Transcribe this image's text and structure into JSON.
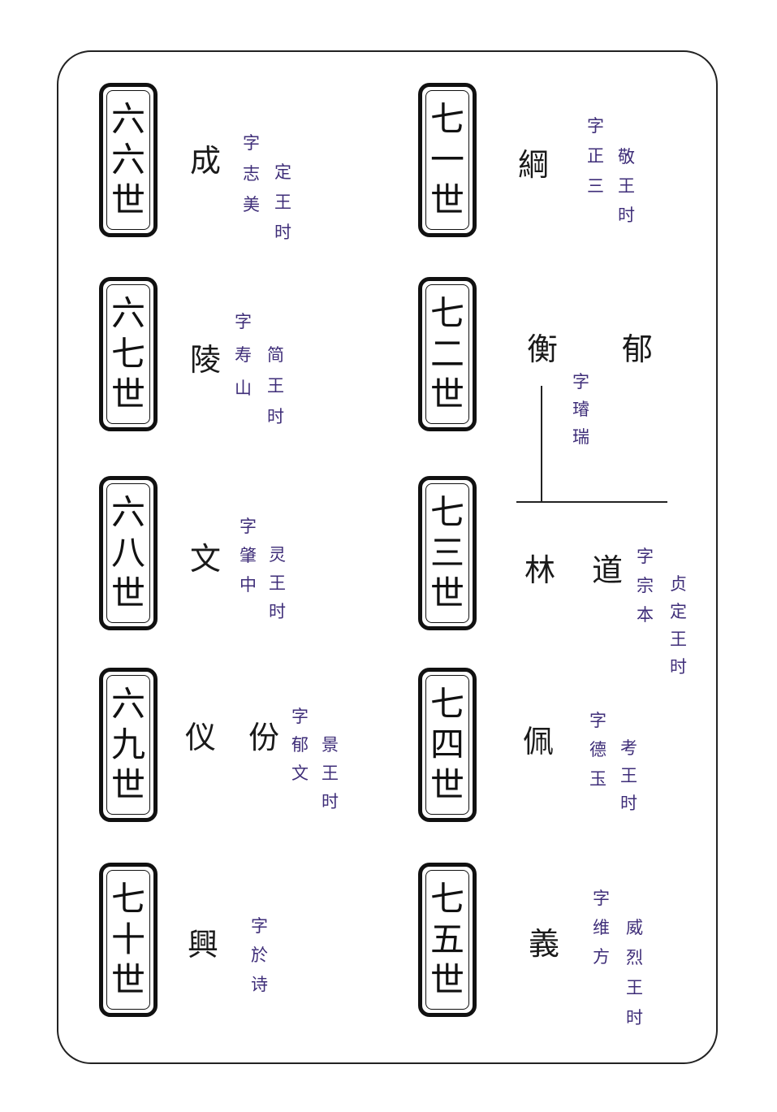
{
  "generations": {
    "g66": "六六世",
    "g67": "六七世",
    "g68": "六八世",
    "g69": "六九世",
    "g70": "七十世",
    "g71": "七一世",
    "g72": "七二世",
    "g73": "七三世",
    "g74": "七四世",
    "g75": "七五世"
  },
  "people": {
    "cheng": {
      "name": "成",
      "courtesy": "字志美",
      "reign": "定王时"
    },
    "ling": {
      "name": "陵",
      "courtesy": "字寿山",
      "reign": "简王时"
    },
    "wen": {
      "name": "文",
      "courtesy": "字肇中",
      "reign": "灵王时"
    },
    "yi_fen": {
      "name1": "仪",
      "name2": "份",
      "courtesy": "字郁文",
      "reign": "景王时"
    },
    "xing": {
      "name": "興",
      "courtesy": "字於诗"
    },
    "gang": {
      "name": "綱",
      "courtesy": "字正三",
      "reign": "敬王时"
    },
    "heng_yu": {
      "name1": "衡",
      "name2": "郁",
      "courtesy": "字璿瑞"
    },
    "lin_dao": {
      "name1": "林",
      "name2": "道",
      "courtesy": "字宗本",
      "reign": "贞定王时"
    },
    "pei": {
      "name": "佩",
      "courtesy": "字德玉",
      "reign": "考王时"
    },
    "yi": {
      "name": "義",
      "courtesy": "字维方",
      "reign": "威烈王时"
    }
  }
}
